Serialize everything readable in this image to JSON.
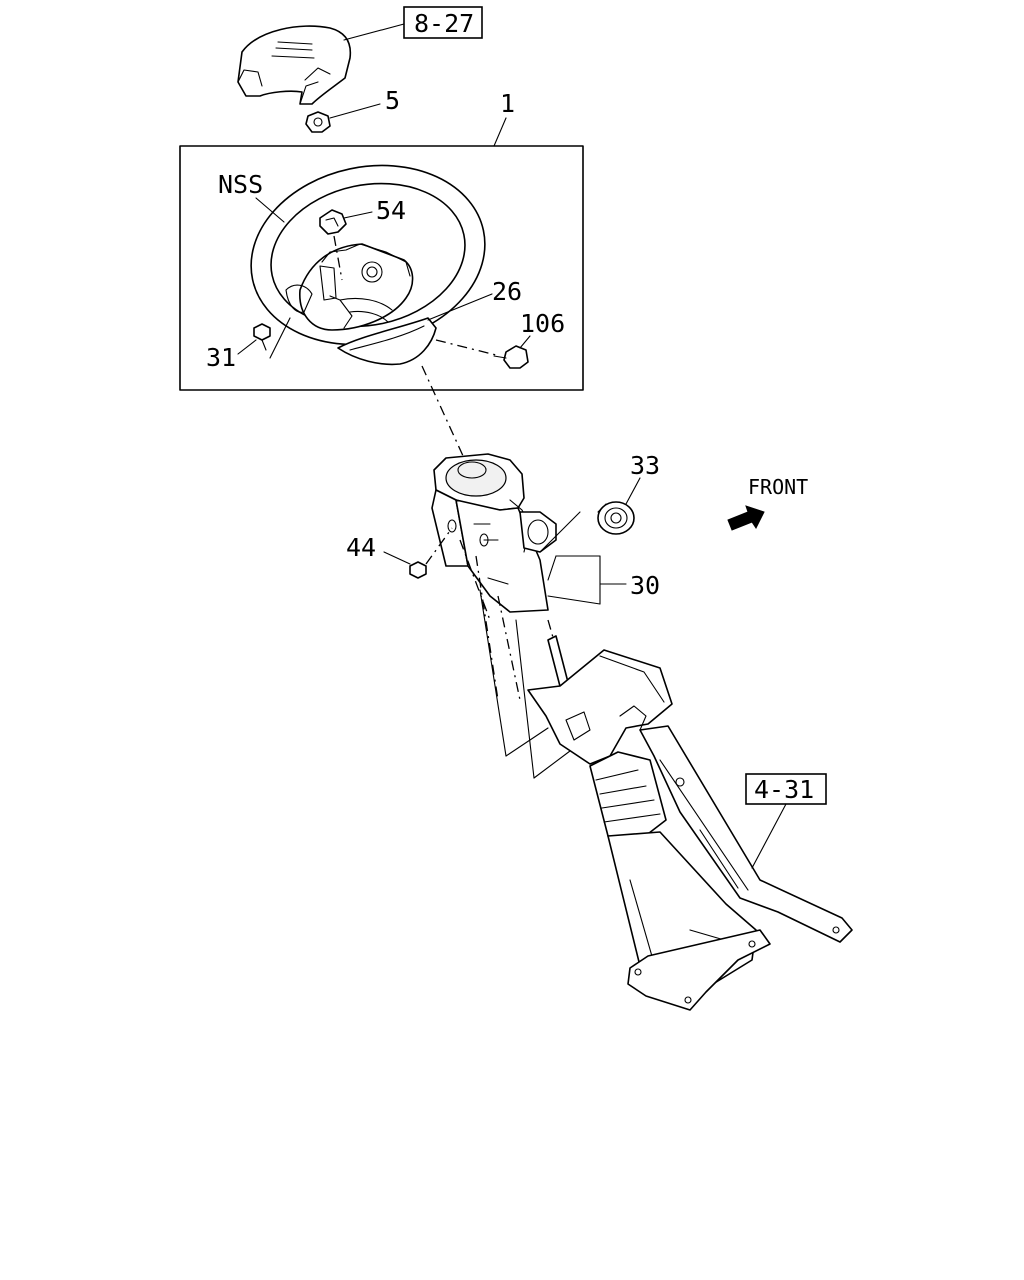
{
  "callouts": {
    "ref_8_27": "8-27",
    "ref_4_31": "4-31",
    "part_1": "1",
    "part_5": "5",
    "part_nss": "NSS",
    "part_54": "54",
    "part_26": "26",
    "part_106": "106",
    "part_31": "31",
    "part_33": "33",
    "part_44": "44",
    "part_30": "30"
  },
  "direction": {
    "label": "FRONT",
    "icon": "front-arrow-icon"
  },
  "colors": {
    "line": "#000000",
    "background": "#ffffff"
  }
}
